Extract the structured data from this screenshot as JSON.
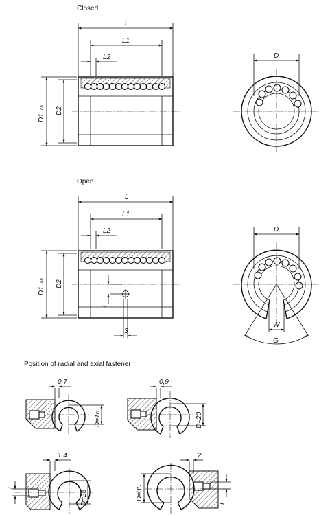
{
  "headings": {
    "closed": "Closed",
    "open": "Open",
    "fastener": "Position of radial and axial fastener"
  },
  "labels": {
    "L": "L",
    "L1": "L1",
    "L2": "L2",
    "D": "D",
    "D1": "D1",
    "h6": "h6",
    "D2": "D2",
    "E": "E",
    "W": "W",
    "G": "G",
    "three": "3"
  },
  "fasteners": [
    {
      "offset": "0,7",
      "diameter": "D=16",
      "e_label": ""
    },
    {
      "offset": "0,9",
      "diameter": "D=20",
      "e_label": ""
    },
    {
      "offset": "1,4",
      "diameter": "D=25",
      "e_label": "E"
    },
    {
      "offset": "2",
      "diameter": "D=30",
      "e_label": "E"
    }
  ]
}
